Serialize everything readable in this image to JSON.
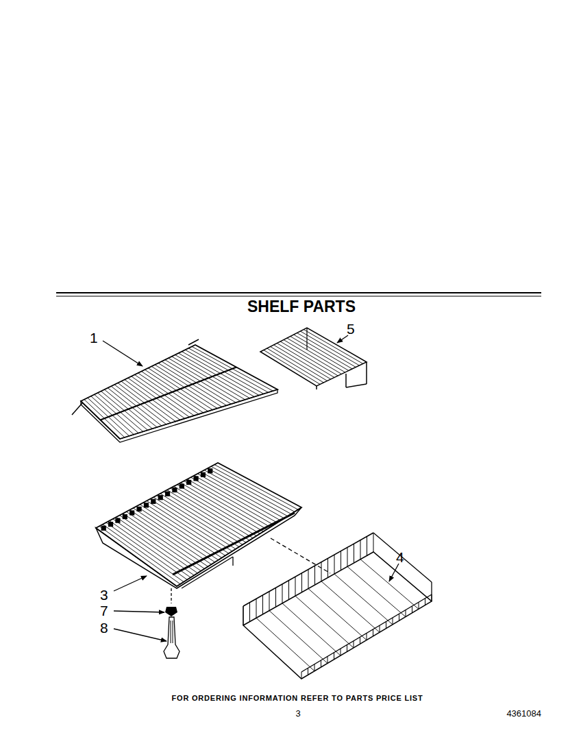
{
  "diagram": {
    "title": "SHELF PARTS",
    "labels": [
      "1",
      "5",
      "3",
      "7",
      "8",
      "4",
      "FOR ORDERING INFORMATION REFER TO PARTS PRICE LIST",
      "3",
      "4361084"
    ]
  }
}
